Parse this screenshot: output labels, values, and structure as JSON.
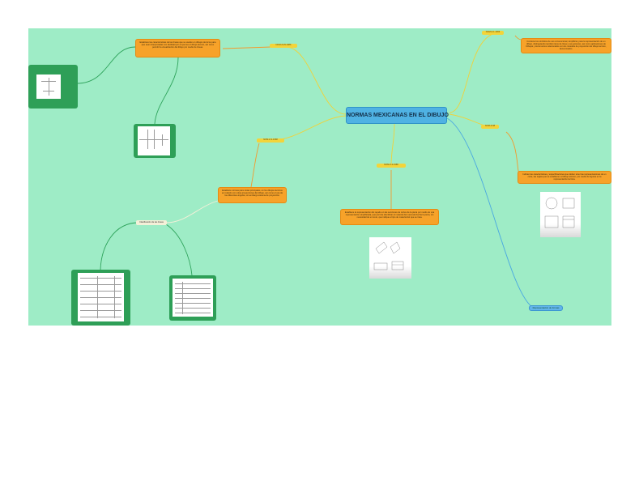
{
  "central": {
    "title": "NORMAS MEXICANAS EN EL DIBUJO"
  },
  "branches": [
    {
      "id": "n1",
      "label": "NOM-Z-1-1966",
      "description": "Contiene los símbolos de uso convencional, simplificar, para la representación de un dibujo, distinguiendo también tipos de línea y sus grosores, así como aplicaciones de Dibujos y documentos relacionados con los métodos de proyección del dibujo técnico, denominados."
    },
    {
      "id": "n2",
      "label": "NOM-Z-3-1968",
      "description": "Establece normas para vistas principales, en los dibujos técnicos en relación con otras proyecciones del dibujo, así como el uso de los diferentes ángulos, sin embargo sistema de proyección."
    },
    {
      "id": "n3",
      "label": "NOM-Z-68",
      "description": "Indican las características y especificaciones que deben tener las representaciones de un corte, las reglas que se establecen al dibujo técnico, por medio de figuras en la representación técnica."
    },
    {
      "id": "n4",
      "label": "NOM-Z-25-1986",
      "description": "Establece las características de las líneas que se usarán en dibujos técnicos para que sean interpretadas con facilidad por el que lee el dibujo técnico, así como permitir la visualización del dibujo por medio de líneas."
    },
    {
      "id": "n5",
      "label": "NOM-Z-4-1986",
      "description": "Establece la representación del rayado en las secciones de cortes de la pieza por medio de una representación simplificada, que permite identificar el material del cual está hecha la pieza, sin necesidad de un texto, que indique el tipo de material del que se trata."
    },
    {
      "id": "n6",
      "label": "",
      "description": ""
    }
  ],
  "side_topic": {
    "label": "Clasificación de las líneas"
  },
  "blue_leaf": {
    "label": "Representación de formas"
  },
  "colors": {
    "background": "#9eecc6",
    "central": "#4fb2e3",
    "description": "#f7a229",
    "label": "#f3d43a",
    "image_frame": "#2e9f57",
    "link_green": "#2ea35b",
    "link_yellow": "#f0d23a",
    "link_blue": "#4aa8e0"
  }
}
